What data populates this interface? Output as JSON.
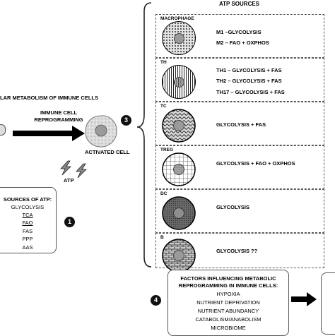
{
  "left": {
    "title": "LAR METABOLISM OF IMMUNE CELLS",
    "reprogramming_label": [
      "IMMUNE CELL",
      "REPROGRAMMING"
    ],
    "activated_label": "ACTIVATED CELL",
    "atp_label": "ATP",
    "sources_box": {
      "title": "SOURCES OF ATP:",
      "items": [
        "GLYCOLYSIS",
        "TCA",
        "FAO",
        "FAS",
        "PPP",
        "AAS"
      ],
      "underlined": [
        "TCA",
        "FAO"
      ]
    }
  },
  "badges": {
    "one": "1",
    "three": "3",
    "four": "4"
  },
  "right": {
    "header": "ATP SOURCES",
    "rows": [
      {
        "label": "MACROPHAGE",
        "pattern": "dots",
        "lines": [
          "M1 –GLYCOLYSIS",
          "M2 – FAO + OXPHOS"
        ]
      },
      {
        "label": "TH",
        "pattern": "vlines",
        "lines": [
          "TH1 – GLYCOLYSIS + FAS",
          "TH2 – GLYCOLYSIS + FAS",
          "TH17 – GLYCOLYSIS + FAS"
        ]
      },
      {
        "label": "TC",
        "pattern": "waves",
        "lines": [
          "GLYCOLYSIS + FAS"
        ]
      },
      {
        "label": "TREG",
        "pattern": "grid",
        "lines": [
          "GLYCOLYSIS + FAO + OXPHOS"
        ]
      },
      {
        "label": "DC",
        "pattern": "dark",
        "lines": [
          "GLYCOLYSIS"
        ]
      },
      {
        "label": "B",
        "pattern": "bricks",
        "lines": [
          "GLYCOLYSIS ??"
        ]
      }
    ]
  },
  "factors": {
    "title": [
      "FACTORS INFLUENCING METABOLIC",
      "REPROGRAMMING IN IMMUNE CELLS:"
    ],
    "items": [
      "HYPOXIA",
      "NUTRIENT DEPRIVATION",
      "NUTRIENT ABUNDANCY",
      "CATABOLISM/ANABOLISM",
      "MICROBIOME"
    ]
  }
}
